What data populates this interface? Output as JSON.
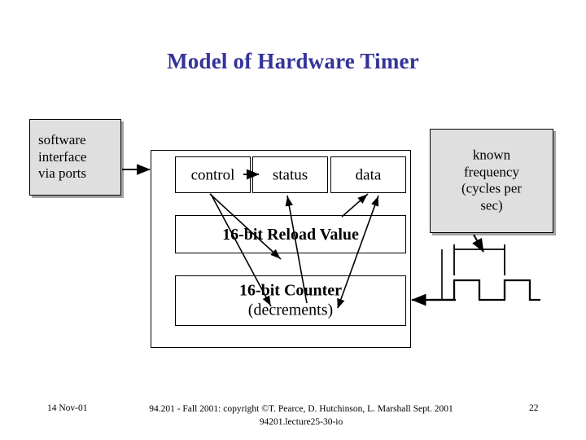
{
  "slide": {
    "title": "Model of Hardware Timer",
    "title_color": "#333399",
    "background": "#ffffff",
    "shaded_fill": "#dfdfdf",
    "line_color": "#000000"
  },
  "diagram": {
    "software_box": {
      "lines": [
        "software",
        "interface",
        "via ports"
      ]
    },
    "known_frequency_box": {
      "lines": [
        "known",
        "frequency",
        "(cycles per",
        "sec)"
      ]
    },
    "registers": [
      {
        "label": "control"
      },
      {
        "label": "status"
      },
      {
        "label": "data"
      }
    ],
    "reload_box": {
      "label": "16-bit Reload Value"
    },
    "counter_box": {
      "line1": "16-bit Counter",
      "line2": "(decrements)"
    },
    "waveform": {
      "name": "clock-square-wave",
      "period_marker": "period-bracket",
      "cycles": 2
    },
    "connections": [
      {
        "name": "ports-to-timer",
        "from": "software_box",
        "to": "outer_box",
        "style": "single"
      },
      {
        "name": "control-to-status",
        "from": "control",
        "to": "status",
        "style": "single"
      },
      {
        "name": "control-to-reload",
        "from": "control",
        "to": "reload_box",
        "style": "single"
      },
      {
        "name": "control-to-counter",
        "from": "control",
        "to": "counter_box",
        "style": "single"
      },
      {
        "name": "counter-to-status",
        "from": "counter_box",
        "to": "status",
        "style": "single"
      },
      {
        "name": "data-to-reload",
        "from": "data",
        "to": "reload_box",
        "style": "double"
      },
      {
        "name": "data-to-counter",
        "from": "data",
        "to": "counter_box",
        "style": "double"
      },
      {
        "name": "frequency-to-period",
        "from": "known_frequency_box",
        "to": "period_marker",
        "style": "single"
      },
      {
        "name": "clock-to-counter",
        "from": "waveform",
        "to": "counter_box",
        "style": "single"
      }
    ]
  },
  "footer": {
    "date": "14 Nov-01",
    "copyright_line1": "94.201 - Fall 2001: copyright ©T. Pearce, D. Hutchinson, L. Marshall Sept. 2001",
    "copyright_line2": "94201.lecture25-30-io",
    "page_number": "22"
  }
}
